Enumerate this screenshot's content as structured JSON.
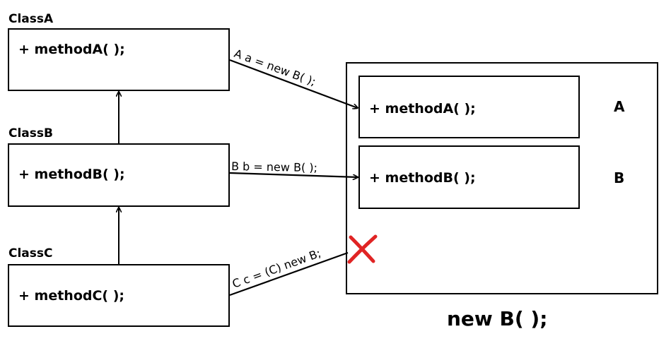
{
  "classes": {
    "a": {
      "name": "ClassA",
      "method": "+ methodA( );"
    },
    "b": {
      "name": "ClassB",
      "method": "+ methodB( );"
    },
    "c": {
      "name": "ClassC",
      "method": "+ methodC( );"
    }
  },
  "assignments": {
    "a": "A a = new B( );",
    "b": "B b = new B( );",
    "c": "C c = (C) new B;"
  },
  "instance": {
    "caption": "new B( );",
    "methodA": "+ methodA( );",
    "methodB": "+ methodB( );",
    "side_a": "A",
    "side_b": "B"
  },
  "colors": {
    "stroke": "#000000",
    "invalid": "#e02424"
  },
  "icons": {
    "invalid": "cross-mark-icon"
  }
}
